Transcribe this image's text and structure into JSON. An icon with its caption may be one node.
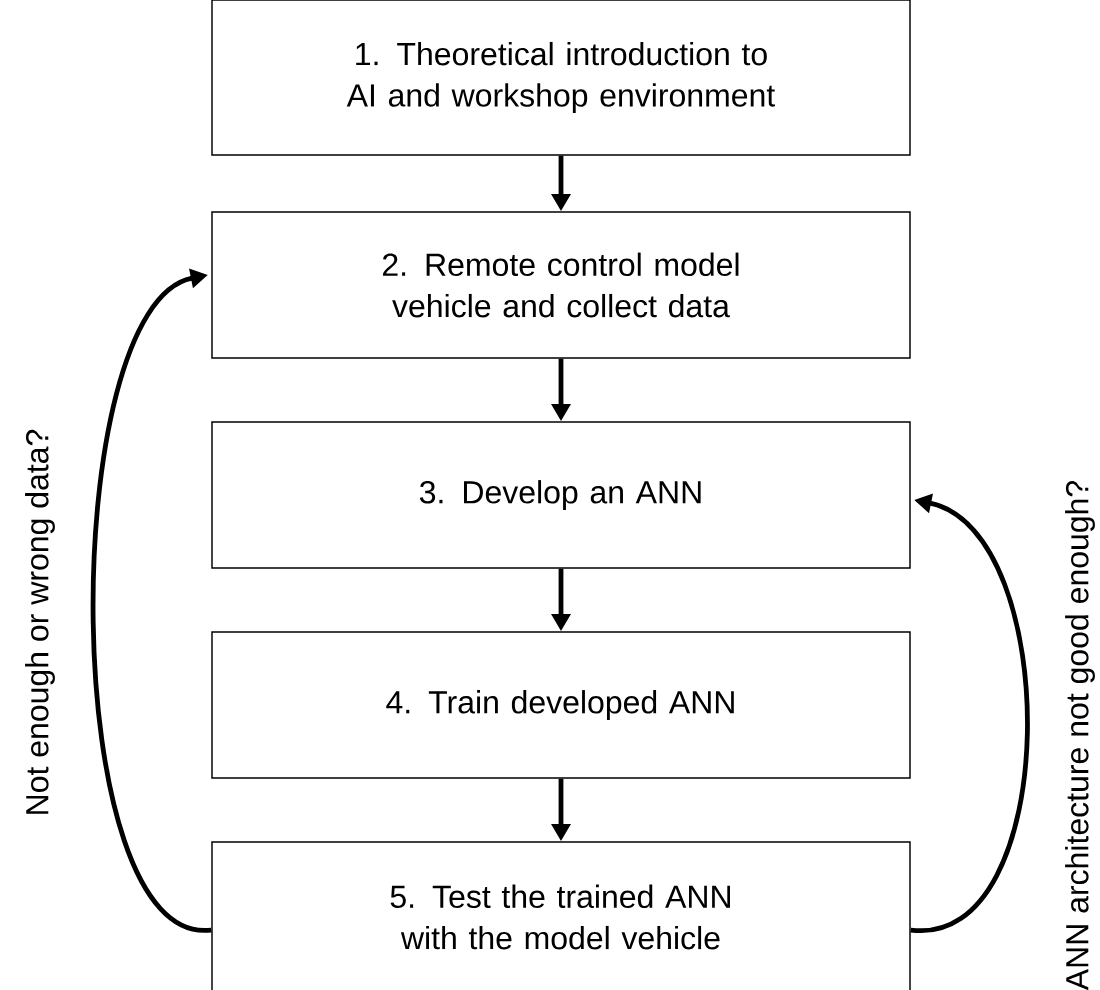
{
  "diagram": {
    "nodes": [
      {
        "text": [
          "1. Theoretical introduction to AI and workshop environment"
        ]
      },
      {
        "text": [
          "2. Remote control model vehicle and collect data"
        ]
      },
      {
        "text": [
          "3. Develop an ANN"
        ]
      },
      {
        "text": [
          "4. Train developed ANN"
        ]
      },
      {
        "text": [
          "5. Test the trained ANN with the model vehicle"
        ]
      }
    ],
    "edges": [
      {
        "from": 0,
        "to": 1,
        "arrow": "to"
      },
      {
        "from": 1,
        "to": 2,
        "arrow": "to"
      },
      {
        "from": 2,
        "to": 3,
        "arrow": "to"
      },
      {
        "from": 3,
        "to": 4,
        "arrow": "to"
      },
      {
        "from": 4,
        "to": 1,
        "arrow": "to",
        "label": "Not enough or wrong data?"
      },
      {
        "from": 4,
        "to": 2,
        "arrow": "to",
        "label": "ANN architecture not good enough?"
      }
    ]
  }
}
